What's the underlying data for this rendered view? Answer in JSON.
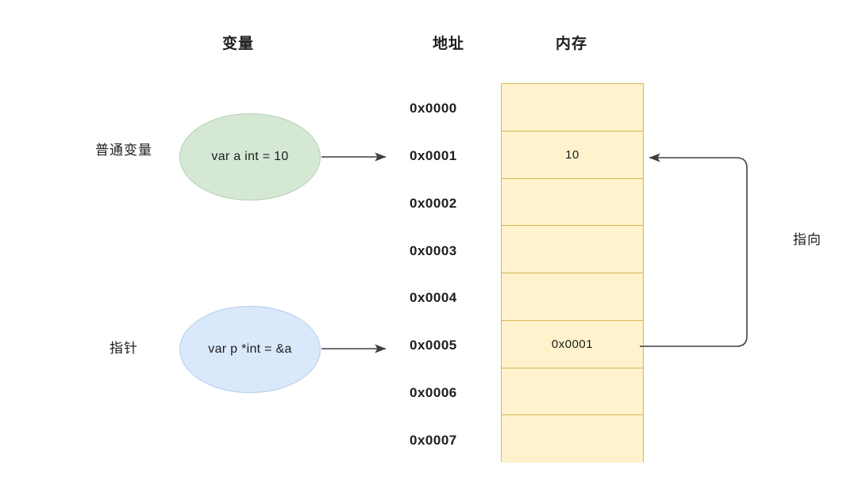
{
  "headers": {
    "variable": "变量",
    "address": "地址",
    "memory": "内存"
  },
  "side_labels": {
    "normal_variable": "普通变量",
    "pointer": "指针",
    "points_to": "指向"
  },
  "nodes": [
    {
      "id": "var-a",
      "text": "var a int = 10",
      "fill": "#d5e8d4",
      "stroke": "#b3cfb2"
    },
    {
      "id": "var-p",
      "text": "var p *int = &a",
      "fill": "#dae8fc",
      "stroke": "#b6cbe8"
    }
  ],
  "addresses": [
    "0x0000",
    "0x0001",
    "0x0002",
    "0x0003",
    "0x0004",
    "0x0005",
    "0x0006",
    "0x0007"
  ],
  "memory_cells": [
    {
      "address": "0x0000",
      "value": ""
    },
    {
      "address": "0x0001",
      "value": "10"
    },
    {
      "address": "0x0002",
      "value": ""
    },
    {
      "address": "0x0003",
      "value": ""
    },
    {
      "address": "0x0004",
      "value": ""
    },
    {
      "address": "0x0005",
      "value": "0x0001"
    },
    {
      "address": "0x0006",
      "value": ""
    },
    {
      "address": "0x0007",
      "value": ""
    }
  ],
  "colors": {
    "memory_fill": "#fff2cc",
    "memory_border": "#d6b656",
    "green_fill": "#d5e8d4",
    "blue_fill": "#dae8fc",
    "connector": "#3f3f3f",
    "background": "#ffffff"
  }
}
